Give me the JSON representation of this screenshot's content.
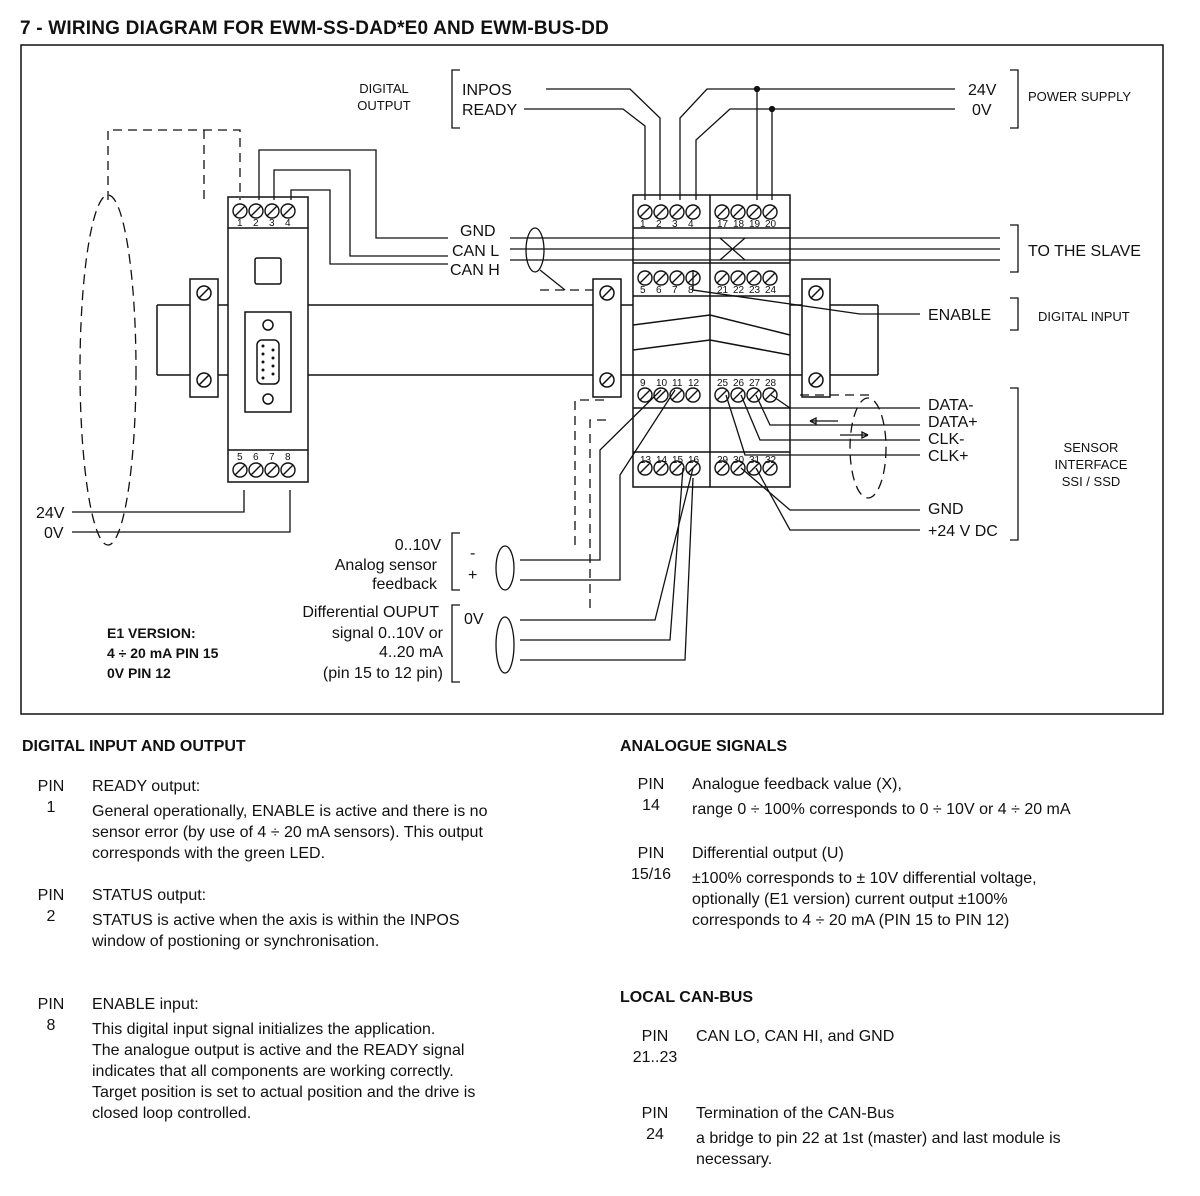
{
  "title": "7 - WIRING DIAGRAM FOR EWM-SS-DAD*E0 AND EWM-BUS-DD",
  "diagram": {
    "digital_output_l1": "DIGITAL",
    "digital_output_l2": "OUTPUT",
    "inpos": "INPOS",
    "ready": "READY",
    "v24": "24V",
    "v0": "0V",
    "power_supply": "POWER SUPPLY",
    "gnd": "GND",
    "can_l": "CAN L",
    "can_h": "CAN H",
    "to_the_slave": "TO THE SLAVE",
    "enable": "ENABLE",
    "digital_input": "DIGITAL INPUT",
    "data_minus": "DATA-",
    "data_plus": "DATA+",
    "clk_minus": "CLK-",
    "clk_plus": "CLK+",
    "sensor_l1": "SENSOR",
    "sensor_l2": "INTERFACE",
    "sensor_l3": "SSI / SSD",
    "gnd2": "GND",
    "v24dc": "+24 V DC",
    "left_24v": "24V",
    "left_0v": "0V",
    "analog_l1": "0..10V",
    "analog_l2": "Analog sensor",
    "analog_l3": "feedback",
    "minus": "-",
    "plus": "+",
    "diff_l1": "Differential OUPUT",
    "diff_l2": "signal 0..10V or",
    "diff_l3": "4..20 mA",
    "diff_l4": "(pin 15 to 12 pin)",
    "diff_0v": "0V",
    "e1_l1": "E1 VERSION:",
    "e1_l2": "4 ÷ 20 mA PIN 15",
    "e1_l3": "0V PIN 12",
    "mod1_top_pins": [
      "1",
      "2",
      "3",
      "4"
    ],
    "mod1_bot_pins": [
      "5",
      "6",
      "7",
      "8"
    ],
    "mod2_row1_pins": [
      "1",
      "2",
      "3",
      "4",
      "17",
      "18",
      "19",
      "20"
    ],
    "mod2_row2_pins": [
      "5",
      "6",
      "7",
      "8",
      "21",
      "22",
      "23",
      "24"
    ],
    "mod2_row3_pins": [
      "9",
      "10",
      "11",
      "12",
      "25",
      "26",
      "27",
      "28"
    ],
    "mod2_row4_pins": [
      "13",
      "14",
      "15",
      "16",
      "29",
      "30",
      "31",
      "32"
    ]
  },
  "sections": {
    "dio": {
      "heading": "DIGITAL INPUT AND OUTPUT",
      "items": [
        {
          "pin": "PIN",
          "num": "1",
          "title": "READY output:",
          "lines": [
            "General operationally, ENABLE is active and there is no",
            "sensor error (by use of 4 ÷ 20 mA sensors). This output",
            "corresponds with the green LED."
          ]
        },
        {
          "pin": "PIN",
          "num": "2",
          "title": "STATUS output:",
          "lines": [
            "STATUS is active when the axis is within the INPOS",
            "window of postioning or synchronisation."
          ]
        },
        {
          "pin": "PIN",
          "num": "8",
          "title": "ENABLE input:",
          "lines": [
            "This digital input signal initializes the application.",
            "The analogue output is active and the READY signal",
            "indicates that all components are working correctly.",
            "Target position is set to actual position and the drive is",
            "closed loop controlled."
          ]
        }
      ]
    },
    "analogue": {
      "heading": "ANALOGUE SIGNALS",
      "items": [
        {
          "pin": "PIN",
          "num": "14",
          "title": "Analogue feedback value (X),",
          "lines": [
            "range 0 ÷ 100% corresponds to 0 ÷ 10V or 4 ÷ 20 mA"
          ]
        },
        {
          "pin": "PIN",
          "num": "15/16",
          "title": "Differential output (U)",
          "lines": [
            "±100% corresponds to ± 10V differential voltage,",
            "optionally (E1 version) current output ±100%",
            "corresponds to 4 ÷ 20 mA (PIN 15 to PIN 12)"
          ]
        }
      ]
    },
    "can": {
      "heading": "LOCAL CAN-BUS",
      "items": [
        {
          "pin": "PIN",
          "num": "21..23",
          "title": "CAN LO, CAN HI, and GND",
          "lines": []
        },
        {
          "pin": "PIN",
          "num": "24",
          "title": "Termination of the CAN-Bus",
          "lines": [
            "a bridge to pin 22 at 1st (master) and last module is",
            "necessary."
          ]
        }
      ]
    }
  }
}
